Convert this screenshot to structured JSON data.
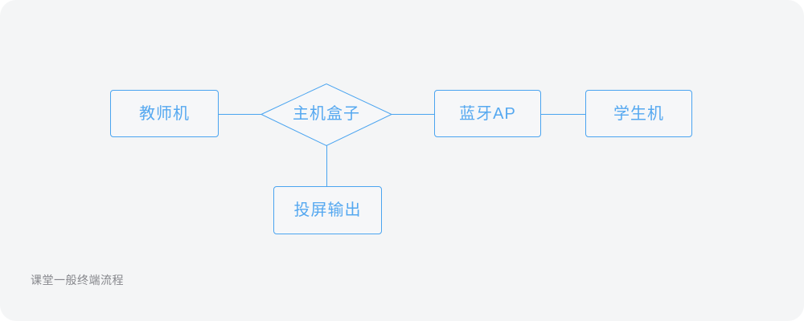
{
  "diagram": {
    "caption": "课堂一般终端流程",
    "colors": {
      "background": "#f4f5f6",
      "node_stroke": "#4aa4f0",
      "node_label": "#55a8f0",
      "connector": "#4aa4f0",
      "caption_text": "#85868b"
    },
    "nodes": [
      {
        "id": "teacher",
        "label": "教师机",
        "shape": "rect"
      },
      {
        "id": "host-box",
        "label": "主机盒子",
        "shape": "diamond"
      },
      {
        "id": "bluetooth-ap",
        "label": "蓝牙AP",
        "shape": "rect"
      },
      {
        "id": "student",
        "label": "学生机",
        "shape": "rect"
      },
      {
        "id": "screen-output",
        "label": "投屏输出",
        "shape": "rect"
      }
    ],
    "edges": [
      {
        "from": "teacher",
        "to": "host-box"
      },
      {
        "from": "host-box",
        "to": "bluetooth-ap"
      },
      {
        "from": "bluetooth-ap",
        "to": "student"
      },
      {
        "from": "host-box",
        "to": "screen-output"
      }
    ]
  }
}
